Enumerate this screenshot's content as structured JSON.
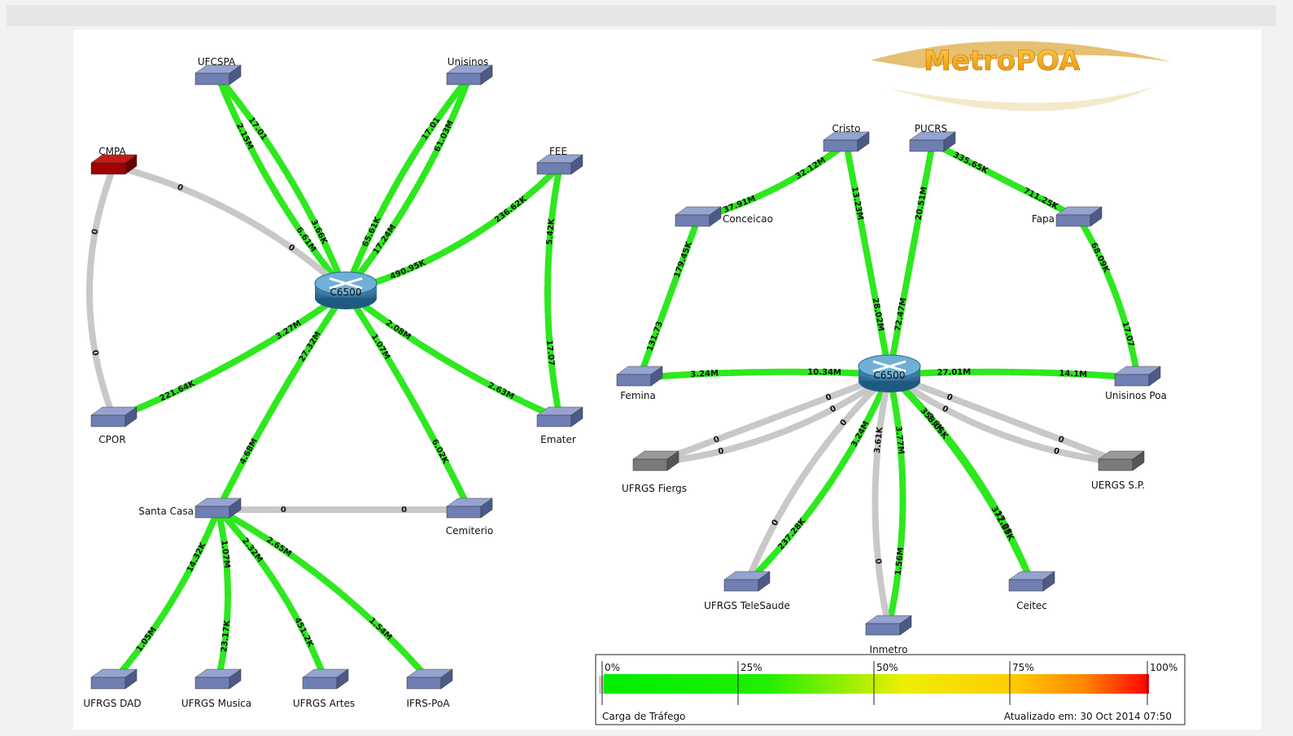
{
  "logo": {
    "text": "MetroPOA"
  },
  "nodes": [
    {
      "id": "ufcspa",
      "label": "UFCSPA",
      "kind": "switch"
    },
    {
      "id": "unisinos",
      "label": "Unisinos",
      "kind": "switch"
    },
    {
      "id": "cmpa",
      "label": "CMPA",
      "kind": "switch-alert"
    },
    {
      "id": "fee",
      "label": "FEE",
      "kind": "switch"
    },
    {
      "id": "c6500a",
      "label": "C6500",
      "kind": "router"
    },
    {
      "id": "cpor",
      "label": "CPOR",
      "kind": "switch"
    },
    {
      "id": "emater",
      "label": "Emater",
      "kind": "switch"
    },
    {
      "id": "santacasa",
      "label": "Santa Casa",
      "kind": "switch"
    },
    {
      "id": "cemiterio",
      "label": "Cemiterio",
      "kind": "switch"
    },
    {
      "id": "dad",
      "label": "UFRGS DAD",
      "kind": "switch"
    },
    {
      "id": "musica",
      "label": "UFRGS Musica",
      "kind": "switch"
    },
    {
      "id": "artes",
      "label": "UFRGS Artes",
      "kind": "switch"
    },
    {
      "id": "ifrs",
      "label": "IFRS-PoA",
      "kind": "switch"
    },
    {
      "id": "cristo",
      "label": "Cristo",
      "kind": "switch"
    },
    {
      "id": "pucrs",
      "label": "PUCRS",
      "kind": "switch"
    },
    {
      "id": "conceicao",
      "label": "Conceicao",
      "kind": "switch"
    },
    {
      "id": "fapa",
      "label": "Fapa",
      "kind": "switch"
    },
    {
      "id": "femina",
      "label": "Femina",
      "kind": "switch"
    },
    {
      "id": "c6500b",
      "label": "C6500",
      "kind": "router"
    },
    {
      "id": "unipoa",
      "label": "Unisinos Poa",
      "kind": "switch"
    },
    {
      "id": "fiergs",
      "label": "UFRGS Fiergs",
      "kind": "switch-down"
    },
    {
      "id": "uergs",
      "label": "UERGS S.P.",
      "kind": "switch-down"
    },
    {
      "id": "telesaude",
      "label": "UFRGS TeleSaude",
      "kind": "switch"
    },
    {
      "id": "ceitec",
      "label": "Ceitec",
      "kind": "switch"
    },
    {
      "id": "inmetro",
      "label": "Inmetro",
      "kind": "switch"
    }
  ],
  "links": [
    {
      "from": "ufcspa",
      "to": "c6500a",
      "state": "active",
      "labels": [
        "2.15M",
        "6.61M"
      ]
    },
    {
      "from": "ufcspa",
      "to": "c6500a",
      "state": "active",
      "labels": [
        "17.01",
        "3.66K"
      ]
    },
    {
      "from": "unisinos",
      "to": "c6500a",
      "state": "active",
      "labels": [
        "61.03M",
        "17.24M"
      ]
    },
    {
      "from": "unisinos",
      "to": "c6500a",
      "state": "active",
      "labels": [
        "17.01",
        "65.61K"
      ]
    },
    {
      "from": "cmpa",
      "to": "c6500a",
      "state": "idle",
      "labels": [
        "0",
        "0"
      ]
    },
    {
      "from": "cmpa",
      "to": "cpor",
      "state": "idle",
      "labels": [
        "0",
        "0"
      ]
    },
    {
      "from": "fee",
      "to": "c6500a",
      "state": "active",
      "labels": [
        "236.62K",
        "490.95K"
      ]
    },
    {
      "from": "fee",
      "to": "emater",
      "state": "active",
      "labels": [
        "5.42K",
        "17.07"
      ]
    },
    {
      "from": "c6500a",
      "to": "emater",
      "state": "active",
      "labels": [
        "2.08M",
        "2.63M"
      ]
    },
    {
      "from": "c6500a",
      "to": "cpor",
      "state": "active",
      "labels": [
        "3.27M",
        "221.64K"
      ]
    },
    {
      "from": "c6500a",
      "to": "santacasa",
      "state": "active",
      "labels": [
        "27.32M",
        "4.68M"
      ]
    },
    {
      "from": "c6500a",
      "to": "cemiterio",
      "state": "active",
      "labels": [
        "1.07M",
        "6.02K"
      ]
    },
    {
      "from": "santacasa",
      "to": "cemiterio",
      "state": "idle",
      "labels": [
        "0",
        "0"
      ]
    },
    {
      "from": "santacasa",
      "to": "dad",
      "state": "active",
      "labels": [
        "14.32K",
        "1.05M"
      ]
    },
    {
      "from": "santacasa",
      "to": "musica",
      "state": "active",
      "labels": [
        "1.07M",
        "23.17K"
      ]
    },
    {
      "from": "santacasa",
      "to": "artes",
      "state": "active",
      "labels": [
        "2.32M",
        "451.2K"
      ]
    },
    {
      "from": "santacasa",
      "to": "ifrs",
      "state": "active",
      "labels": [
        "2.65M",
        "1.54M"
      ]
    },
    {
      "from": "conceicao",
      "to": "cristo",
      "state": "active",
      "labels": [
        "37.91M",
        "32.12M"
      ]
    },
    {
      "from": "conceicao",
      "to": "femina",
      "state": "active",
      "labels": [
        "179.45K",
        "131.73"
      ]
    },
    {
      "from": "cristo",
      "to": "c6500b",
      "state": "active",
      "labels": [
        "13.23M",
        "28.02M"
      ]
    },
    {
      "from": "pucrs",
      "to": "c6500b",
      "state": "active",
      "labels": [
        "20.51M",
        "72.47M"
      ]
    },
    {
      "from": "pucrs",
      "to": "fapa",
      "state": "active",
      "labels": [
        "335.65K",
        "711.25K"
      ]
    },
    {
      "from": "fapa",
      "to": "unipoa",
      "state": "active",
      "labels": [
        "68.09K",
        "17.07"
      ]
    },
    {
      "from": "femina",
      "to": "c6500b",
      "state": "active",
      "labels": [
        "3.24M",
        "10.34M"
      ]
    },
    {
      "from": "c6500b",
      "to": "unipoa",
      "state": "active",
      "labels": [
        "27.01M",
        "14.1M"
      ]
    },
    {
      "from": "c6500b",
      "to": "fiergs",
      "state": "idle",
      "labels": [
        "0",
        "0"
      ]
    },
    {
      "from": "c6500b",
      "to": "fiergs",
      "state": "idle",
      "labels": [
        "0",
        "0"
      ]
    },
    {
      "from": "c6500b",
      "to": "uergs",
      "state": "idle",
      "labels": [
        "0",
        "0"
      ]
    },
    {
      "from": "c6500b",
      "to": "uergs",
      "state": "idle",
      "labels": [
        "0",
        "0"
      ]
    },
    {
      "from": "c6500b",
      "to": "telesaude",
      "state": "active",
      "labels": [
        "3.24M",
        "237.28K"
      ]
    },
    {
      "from": "c6500b",
      "to": "telesaude",
      "state": "idle",
      "labels": [
        "0",
        "0"
      ]
    },
    {
      "from": "c6500b",
      "to": "inmetro",
      "state": "active",
      "labels": [
        "3.77M",
        "1.56M"
      ]
    },
    {
      "from": "c6500b",
      "to": "inmetro",
      "state": "idle",
      "labels": [
        "3.61K",
        "0"
      ]
    },
    {
      "from": "c6500b",
      "to": "ceitec",
      "state": "active",
      "labels": [
        "3.6K",
        "17.08"
      ]
    },
    {
      "from": "c6500b",
      "to": "ceitec",
      "state": "active",
      "labels": [
        "353.05K",
        "372.85K"
      ]
    }
  ],
  "legend": {
    "ticks": [
      "0%",
      "25%",
      "50%",
      "75%",
      "100%"
    ],
    "title": "Carga de Tráfego",
    "updated": "Atualizado em: 30 Oct 2014 07:50",
    "colors": {
      "low": "#00ee00",
      "mid": "#eeee00",
      "high": "#ff0000",
      "idle": "#c8c8c8"
    }
  },
  "colors": {
    "active": "#2ee81f",
    "idle": "#c8c8c8",
    "switch": "#6f7fb3",
    "alert": "#a00000",
    "down": "#7a7a7a",
    "router": "#3d7ea8"
  }
}
